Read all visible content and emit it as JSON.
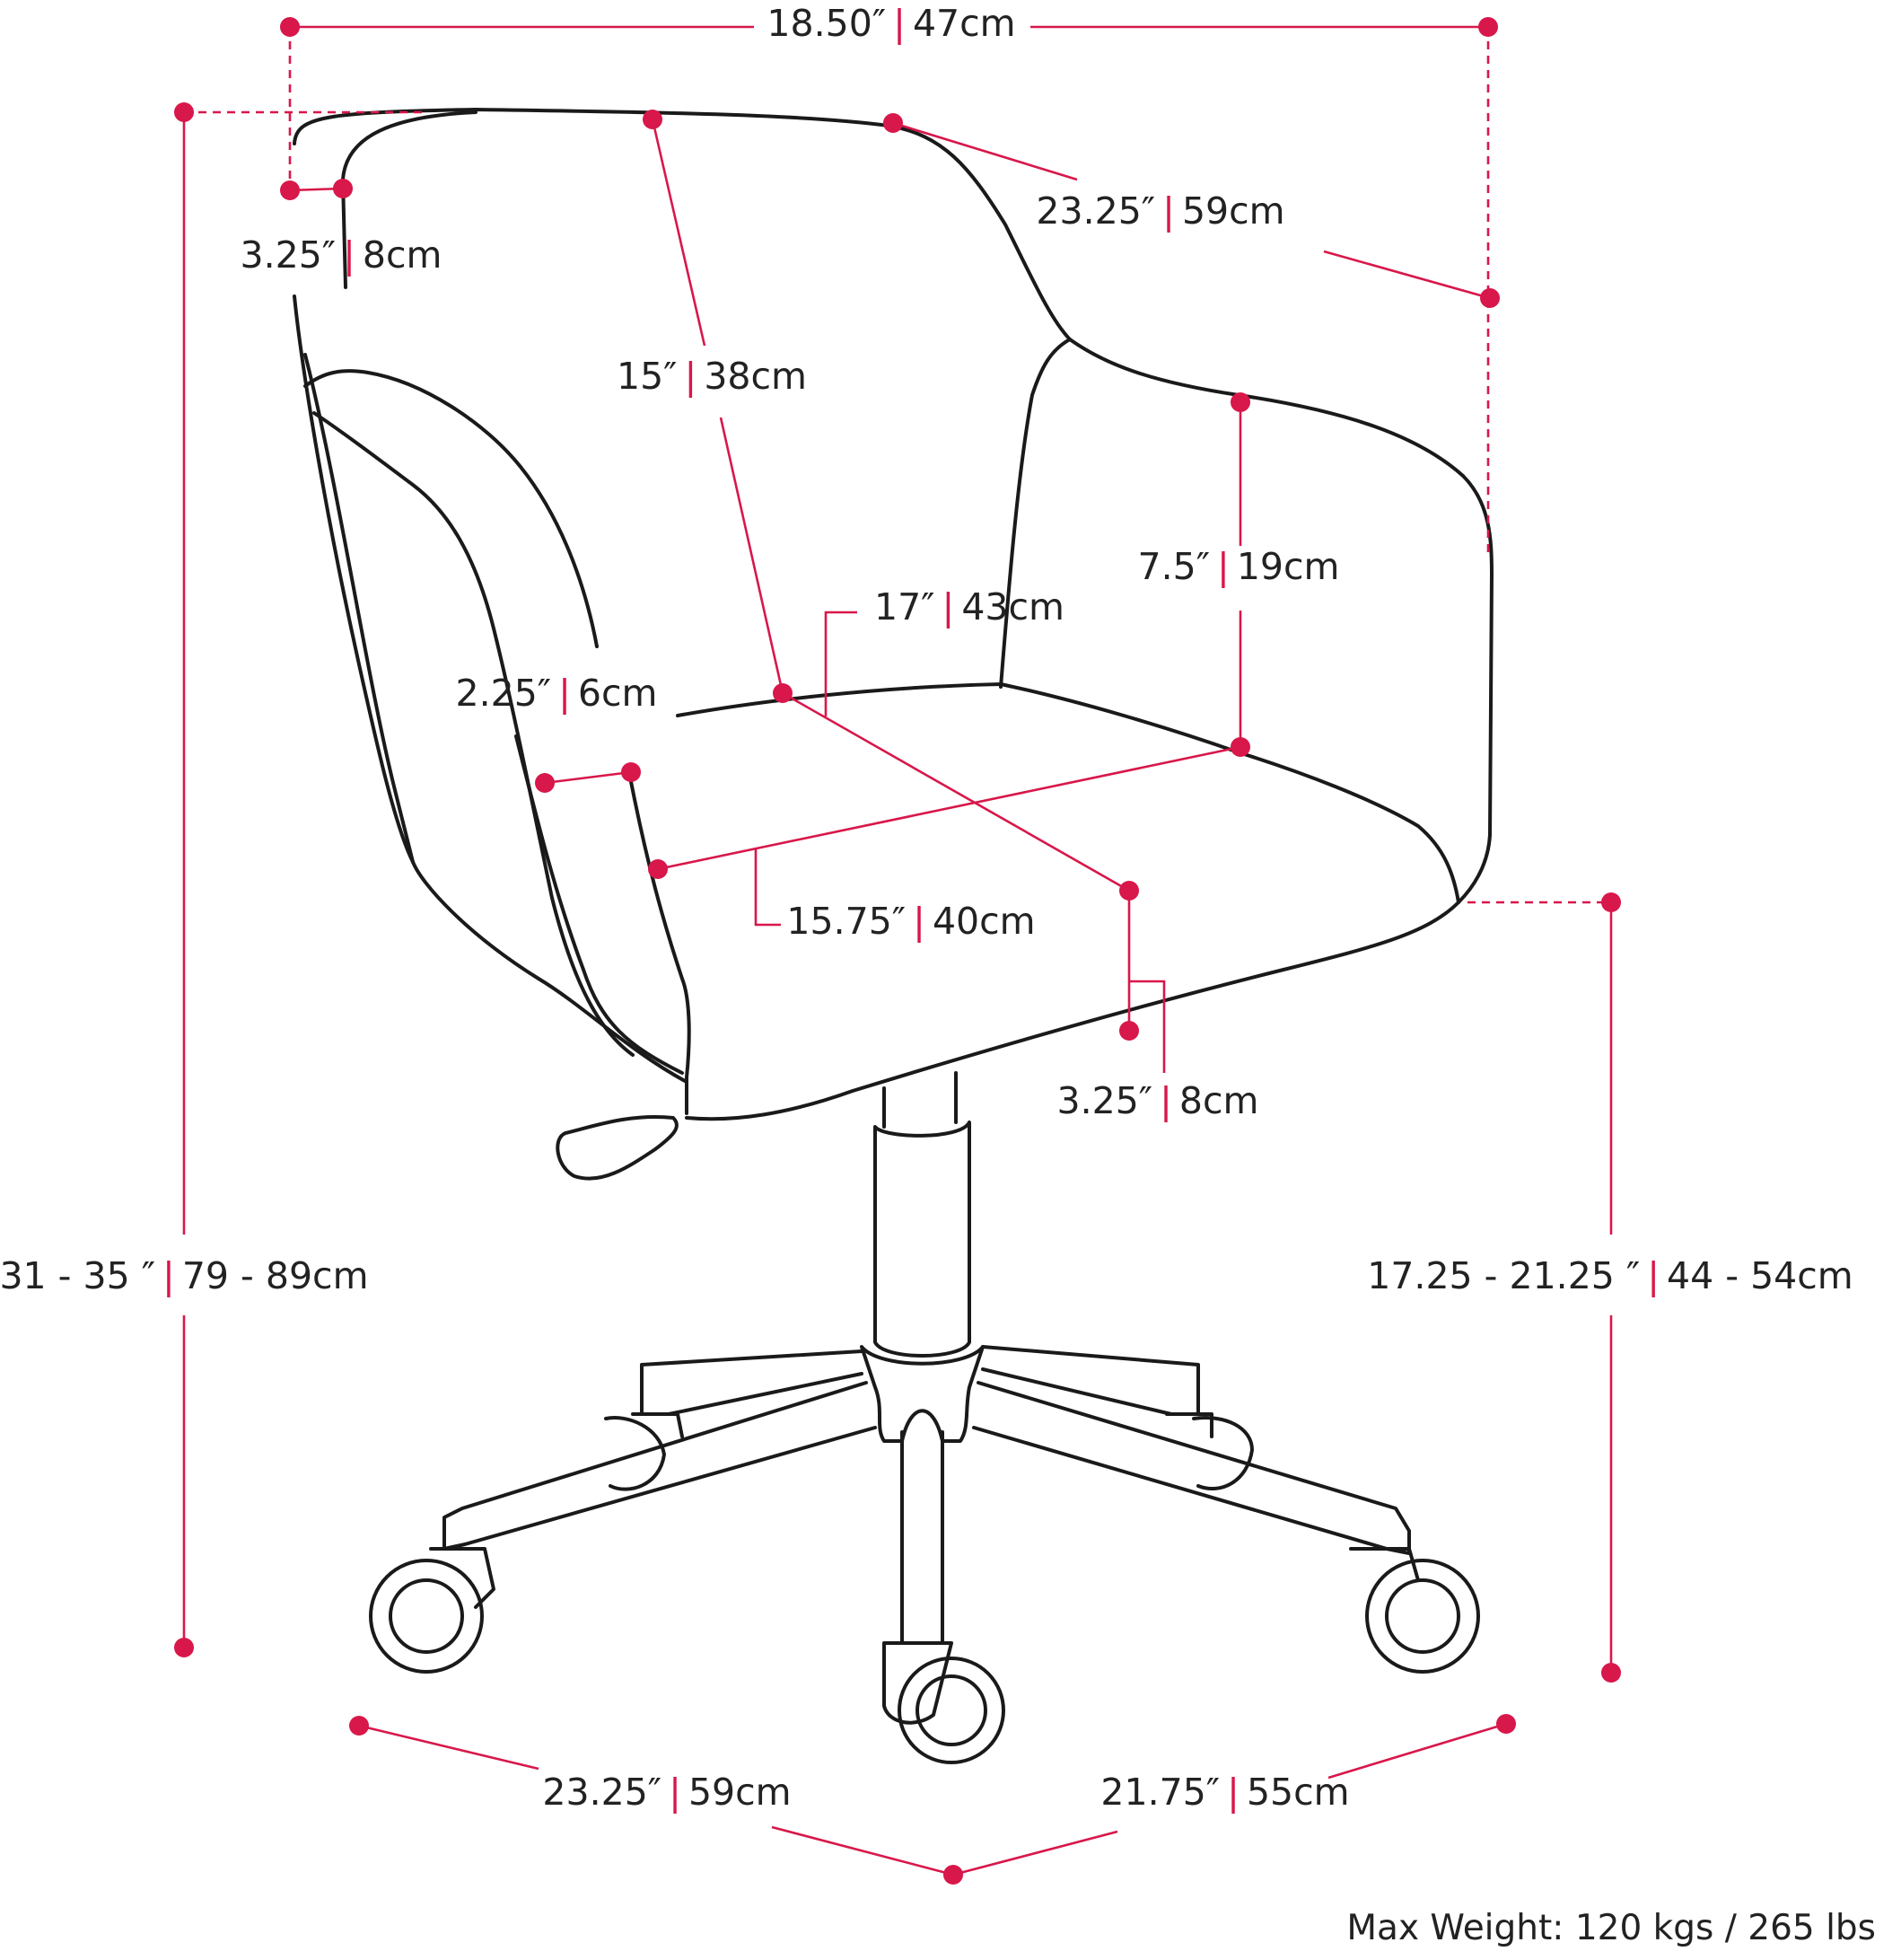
{
  "colors": {
    "accent": "#d8174a",
    "outline": "#1a1a1a",
    "text": "#222222"
  },
  "separator": "|",
  "dimensions": {
    "overall_width": {
      "imperial": "18.50″",
      "metric": "47cm"
    },
    "arm_depth": {
      "imperial": "23.25″",
      "metric": "59cm"
    },
    "back_thickness": {
      "imperial": "3.25″",
      "metric": "8cm"
    },
    "back_height": {
      "imperial": "15″",
      "metric": "38cm"
    },
    "arm_height": {
      "imperial": "7.5″",
      "metric": "19cm"
    },
    "seat_depth": {
      "imperial": "17″",
      "metric": "43cm"
    },
    "arm_width": {
      "imperial": "2.25″",
      "metric": "6cm"
    },
    "seat_width": {
      "imperial": "15.75″",
      "metric": "40cm"
    },
    "seat_thickness": {
      "imperial": "3.25″",
      "metric": "8cm"
    },
    "overall_height": {
      "imperial": "31 - 35 ″",
      "metric": "79 - 89cm"
    },
    "seat_height": {
      "imperial": "17.25 - 21.25 ″",
      "metric": "44 - 54cm"
    },
    "base_depth": {
      "imperial": "23.25″",
      "metric": "59cm"
    },
    "base_width": {
      "imperial": "21.75″",
      "metric": "55cm"
    }
  },
  "max_weight": "Max Weight: 120 kgs / 265 lbs"
}
